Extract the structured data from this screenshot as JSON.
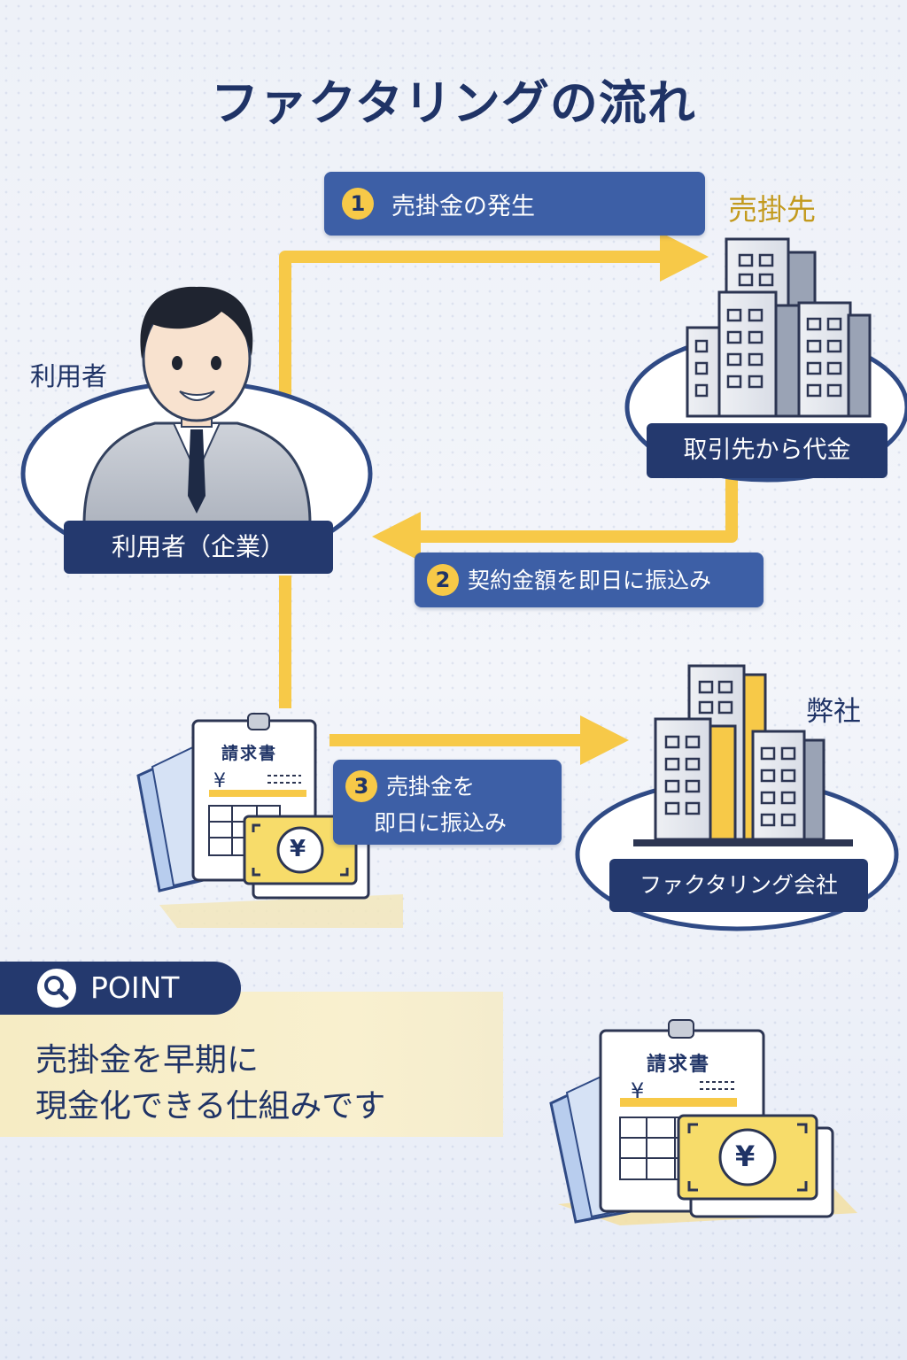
{
  "title": "ファクタリングの流れ",
  "steps": [
    {
      "number": "1",
      "text": "売掛金の発生"
    },
    {
      "number": "2",
      "text": "契約金額を即日に振込み"
    },
    {
      "number": "3",
      "text_line1": "売掛金を",
      "text_line2": "即日に振込み"
    }
  ],
  "parties": {
    "user": {
      "side_label": "利用者",
      "name_label": "利用者（企業）"
    },
    "client": {
      "side_label": "売掛先",
      "name_label": "取引先から代金"
    },
    "company": {
      "side_label": "弊社",
      "name_label": "ファクタリング会社"
    }
  },
  "invoice_label": "請求書",
  "currency_symbol": "¥",
  "point": {
    "heading": "POINT",
    "line1": "売掛金を早期に",
    "line2": "現金化できる仕組みです"
  },
  "colors": {
    "navy": "#24396e",
    "blue": "#3d5fa6",
    "yellow": "#f7c948",
    "gold_label": "#c39a1e"
  }
}
